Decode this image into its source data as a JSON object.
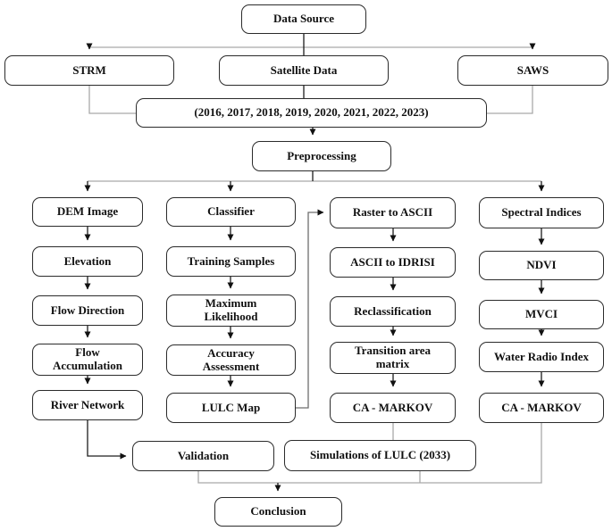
{
  "diagram": {
    "title": "LULC / CA-MARKOV methodology flowchart",
    "nodes": {
      "data_source": {
        "label": "Data Source"
      },
      "strm": {
        "label": "STRM"
      },
      "satellite_data": {
        "label": "Satellite Data"
      },
      "saws": {
        "label": "SAWS"
      },
      "years": {
        "label": "(2016, 2017, 2018, 2019, 2020, 2021, 2022, 2023)"
      },
      "preprocessing": {
        "label": "Preprocessing"
      },
      "dem_image": {
        "label": "DEM Image"
      },
      "elevation": {
        "label": "Elevation"
      },
      "flow_direction": {
        "label": "Flow Direction"
      },
      "flow_accumulation": {
        "label": "Flow\nAccumulation"
      },
      "river_network": {
        "label": "River Network"
      },
      "classifier": {
        "label": "Classifier"
      },
      "training_samples": {
        "label": "Training Samples"
      },
      "maximum_likelihood": {
        "label": "Maximum\nLikelihood"
      },
      "accuracy_assessment": {
        "label": "Accuracy\nAssessment"
      },
      "lulc_map": {
        "label": "LULC Map"
      },
      "raster_to_ascii": {
        "label": "Raster to ASCII"
      },
      "ascii_to_idrisi": {
        "label": "ASCII to IDRISI"
      },
      "reclassification": {
        "label": "Reclassification"
      },
      "transition_area_matrix": {
        "label": "Transition area\nmatrix"
      },
      "ca_markov_1": {
        "label": "CA - MARKOV"
      },
      "spectral_indices": {
        "label": "Spectral Indices"
      },
      "ndvi": {
        "label": "NDVI"
      },
      "mvci": {
        "label": "MVCI"
      },
      "water_radio_index": {
        "label": "Water Radio Index"
      },
      "ca_markov_2": {
        "label": "CA - MARKOV"
      },
      "validation": {
        "label": "Validation"
      },
      "simulations": {
        "label": "Simulations of LULC (2033)"
      },
      "conclusion": {
        "label": "Conclusion"
      }
    },
    "colors": {
      "background": "#ffffff",
      "box_fill": "#ffffff",
      "box_border": "#2b2b2b",
      "text": "#111111",
      "line_dark": "#1d1d1d",
      "line_gray": "#a9a9a9",
      "arrowhead": "#111111"
    }
  }
}
